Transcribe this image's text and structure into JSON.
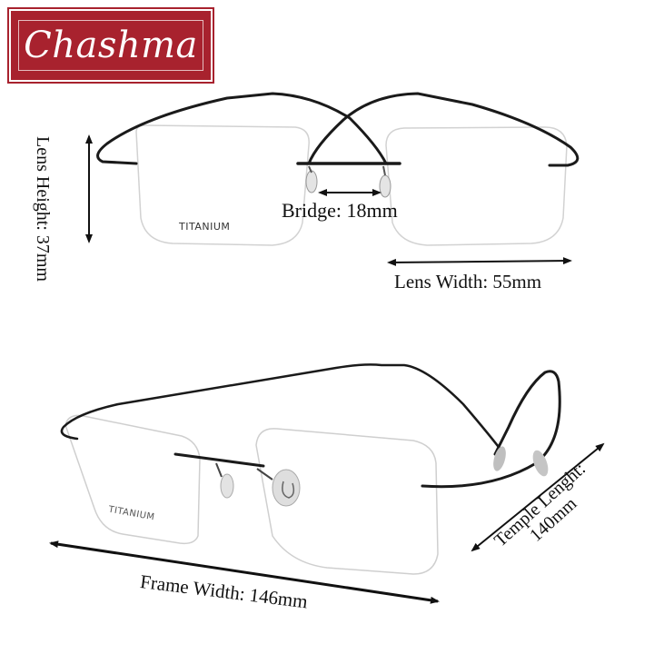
{
  "brand": {
    "logo_text": "Chashma",
    "logo_color": "#a8222e"
  },
  "front_view": {
    "lens_height_label": "Lens Height: 37mm",
    "bridge_label": "Bridge: 18mm",
    "lens_width_label": "Lens Width: 55mm",
    "lens_marking": "TITANIUM"
  },
  "angled_view": {
    "frame_width_label": "Frame Width:  146mm",
    "temple_length_label_line1": "Temple Lenght:",
    "temple_length_label_line2": "140mm",
    "lens_marking": "TITANIUM"
  },
  "measurements": {
    "lens_height_mm": 37,
    "bridge_mm": 18,
    "lens_width_mm": 55,
    "frame_width_mm": 146,
    "temple_length_mm": 140
  },
  "colors": {
    "frame": "#1a1a1a",
    "lens_edge": "#cfcfcf",
    "arrow": "#111111"
  }
}
